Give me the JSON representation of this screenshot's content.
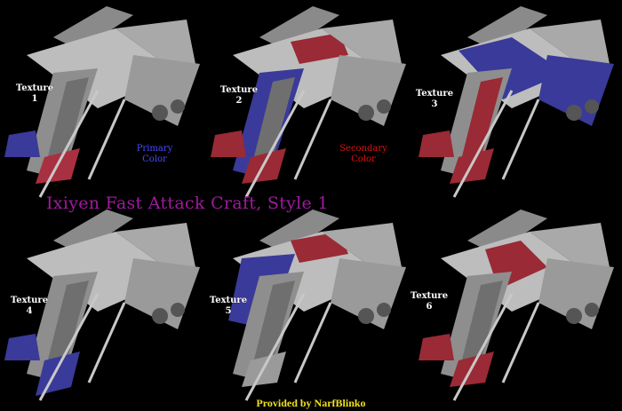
{
  "title": "Ixiyen Fast Attack Craft, Style  1",
  "credit": "Provided by NarfBlinko",
  "legend": {
    "primary": {
      "line1": "Primary",
      "line2": "Color",
      "color": "#4a4aff"
    },
    "secondary": {
      "line1": "Secondary",
      "line2": "Color",
      "color": "#e01010"
    }
  },
  "variants": [
    {
      "label": "Texture",
      "number": "1",
      "primary": "#3a3a9a",
      "secondary": "#a83040"
    },
    {
      "label": "Texture",
      "number": "2",
      "primary": "#3a3a9a",
      "secondary": "#9a2a35"
    },
    {
      "label": "Texture",
      "number": "3",
      "primary": "#3a3a9a",
      "secondary": "#9a2a35"
    },
    {
      "label": "Texture",
      "number": "4",
      "primary": "#3a3a9a",
      "secondary": "#9a2a35"
    },
    {
      "label": "Texture",
      "number": "5",
      "primary": "#3a3a9a",
      "secondary": "#9a2a35"
    },
    {
      "label": "Texture",
      "number": "6",
      "primary": "#3a3a9a",
      "secondary": "#9a2a35"
    }
  ]
}
